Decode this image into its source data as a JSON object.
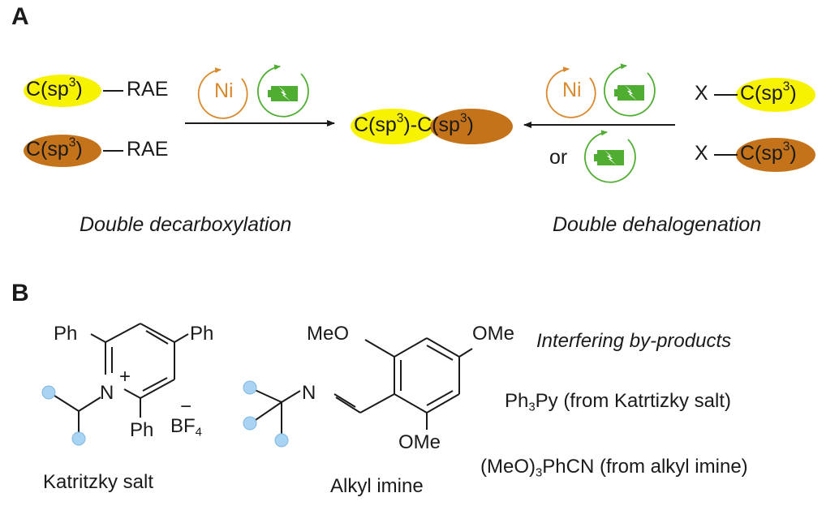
{
  "panel_a": {
    "label": "A",
    "left_sub1": {
      "c": "C(sp",
      "exp": "3",
      "close": ")",
      "group": "RAE"
    },
    "left_sub2": {
      "c": "C(sp",
      "exp": "3",
      "close": ")",
      "group": "RAE"
    },
    "catalyst_ni": "Ni",
    "product": {
      "a": "C(sp",
      "a_exp": "3",
      "a_close": ")-",
      "b": "C(sp",
      "b_exp": "3",
      "b_close": ")"
    },
    "right_sub1": {
      "x": "X",
      "c": "C(sp",
      "exp": "3",
      "close": ")"
    },
    "right_sub2": {
      "x": "X",
      "c": "C(sp",
      "exp": "3",
      "close": ")"
    },
    "or_label": "or",
    "left_caption": "Double decarboxylation",
    "right_caption": "Double dehalogenation",
    "colors": {
      "yellow": "#f6f200",
      "brown": "#c4731a",
      "nickel": "#d98a2e",
      "electro": "#4fae32"
    },
    "icons": [
      "nickel-catalyst-cycle-icon",
      "electrochemistry-battery-icon"
    ]
  },
  "panel_b": {
    "label": "B",
    "katritzky": {
      "ph_top_left": "Ph",
      "ph_top_right": "Ph",
      "ph_bottom": "Ph",
      "n": "N",
      "charge": "+",
      "anion_charge": "−",
      "anion": "BF",
      "anion_sub": "4",
      "name": "Katritzky salt"
    },
    "imine": {
      "meo_top": "MeO",
      "ome_right": "OMe",
      "ome_bottom": "OMe",
      "n": "N",
      "name": "Alkyl imine"
    },
    "byproducts_title": "Interfering by-products",
    "byproduct1": {
      "a": "Ph",
      "sub": "3",
      "b": "Py (from Katrtizky salt)"
    },
    "byproduct2": {
      "a": "(MeO)",
      "sub": "3",
      "b": "PhCN (from alkyl imine)"
    }
  }
}
